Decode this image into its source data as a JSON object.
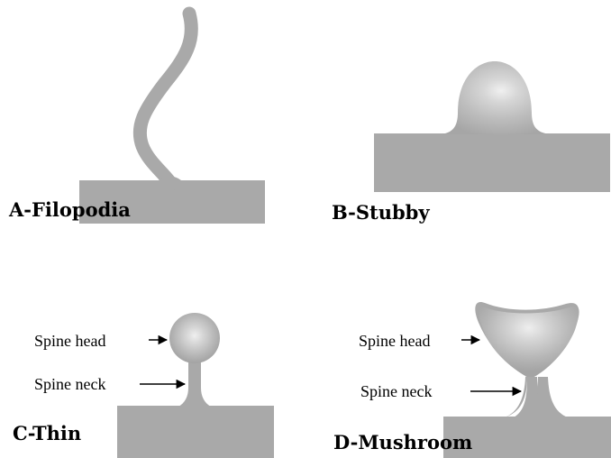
{
  "panels": {
    "a": {
      "label": "A-Filopodia"
    },
    "b": {
      "label": "B-Stubby"
    },
    "c": {
      "label": "C-Thin",
      "head_label": "Spine head",
      "neck_label": "Spine neck"
    },
    "d": {
      "label": "D-Mushroom",
      "head_label": "Spine head",
      "neck_label": "Spine neck"
    }
  },
  "colors": {
    "dendrite": "#a9a9a9",
    "head_outer": "#a6a6a6",
    "head_mid": "#c2c2c2",
    "head_inner": "#e3e3e3",
    "arrow": "#000000"
  }
}
